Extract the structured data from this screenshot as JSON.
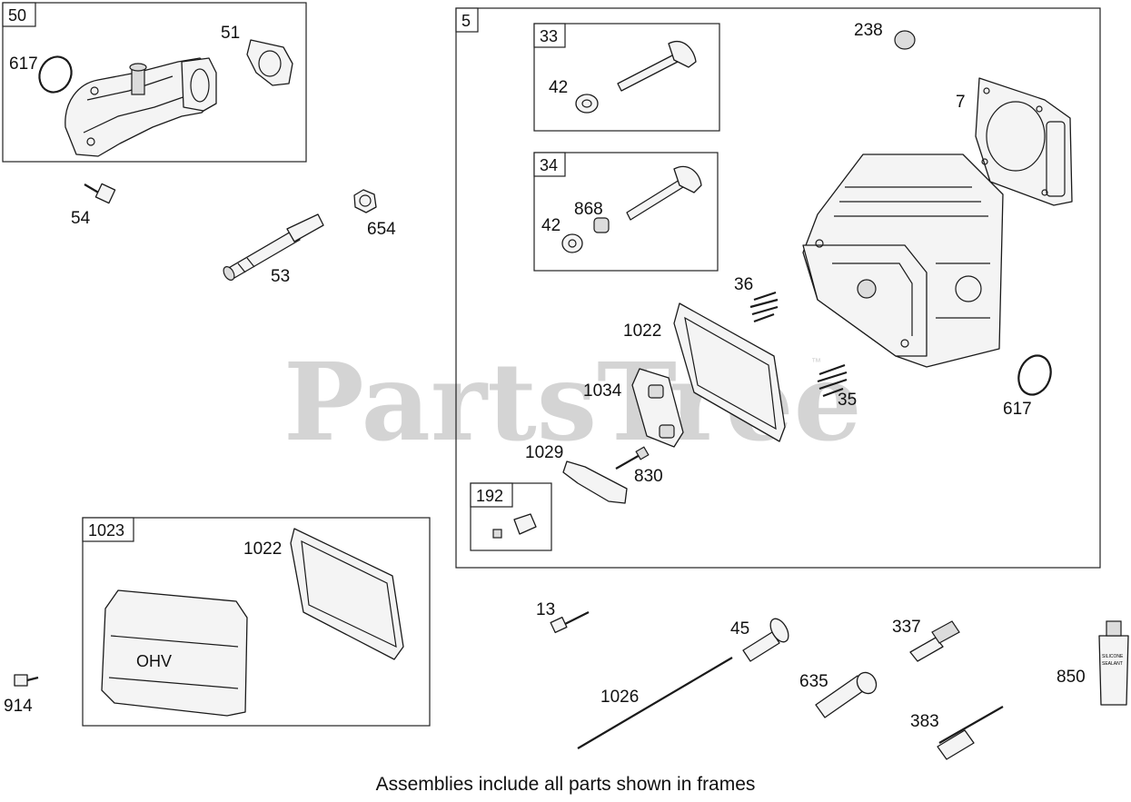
{
  "watermark": {
    "text": "PartsTree",
    "trademark": "™"
  },
  "caption": "Assemblies include all parts shown in frames",
  "frames": {
    "f50": "50",
    "f5": "5",
    "f33": "33",
    "f34": "34",
    "f192": "192",
    "f1023": "1023"
  },
  "labels": {
    "p617a": "617",
    "p51": "51",
    "p54": "54",
    "p654": "654",
    "p53": "53",
    "p238": "238",
    "p7": "7",
    "p42a": "42",
    "p42b": "42",
    "p868": "868",
    "p36": "36",
    "p1022a": "1022",
    "p1034": "1034",
    "p35": "35",
    "p617b": "617",
    "p1029": "1029",
    "p830": "830",
    "p1022b": "1022",
    "p914": "914",
    "p13": "13",
    "p45": "45",
    "p337": "337",
    "p850": "850",
    "p1026": "1026",
    "p635": "635",
    "p383": "383"
  },
  "markings": {
    "ohv": "OHV",
    "tube_line1": "SILICONE",
    "tube_line2": "SEALANT"
  }
}
